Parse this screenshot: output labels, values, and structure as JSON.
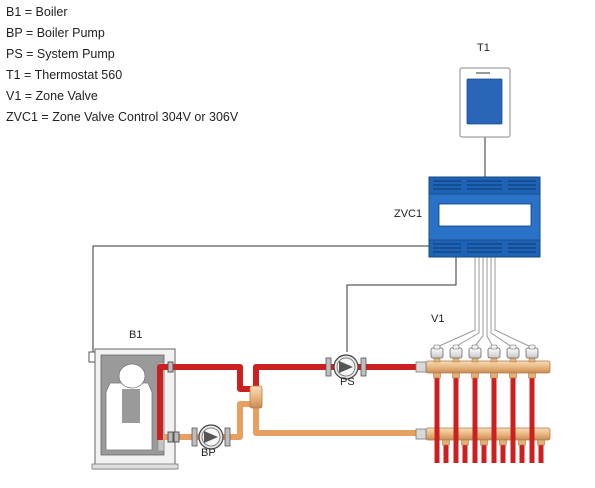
{
  "legend": [
    "B1 = Boiler",
    "BP = Boiler Pump",
    "PS = System Pump",
    "T1 = Thermostat 560",
    "V1 = Zone Valve",
    "ZVC1 = Zone Valve Control 304V or 306V"
  ],
  "labels": {
    "thermostat": "T1",
    "zone_valve_control": "ZVC1",
    "boiler": "B1",
    "zone_valve": "V1",
    "system_pump": "PS",
    "boiler_pump": "BP"
  },
  "colors": {
    "supply_pipe": "#cc1f1f",
    "return_pipe": "#e8a062",
    "control_unit": "#1f63b6",
    "thermostat_screen": "#2a66b8"
  },
  "manifold_outlets": 6
}
